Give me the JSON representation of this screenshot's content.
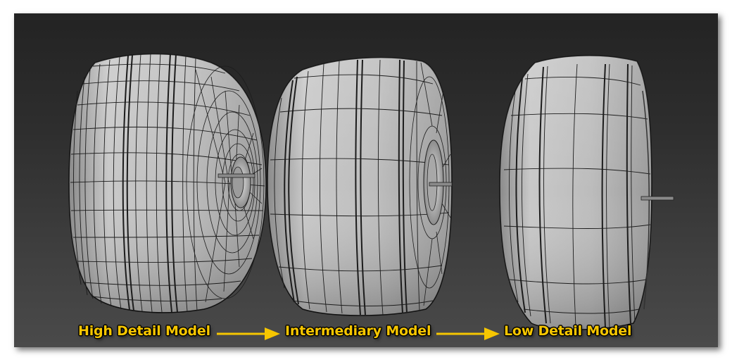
{
  "figure": {
    "background_top": "#232323",
    "background_bottom": "#4a4a4a",
    "mesh_fill": "#bdbdbd",
    "wire_color": "#1a1a1a"
  },
  "models": [
    {
      "id": "high",
      "label": "High Detail Model"
    },
    {
      "id": "intermediary",
      "label": "Intermediary Model"
    },
    {
      "id": "low",
      "label": "Low Detail Model"
    }
  ],
  "labels": {
    "color": "#f6c600",
    "outline": "#000000",
    "arrow_icon": "right-arrow"
  }
}
